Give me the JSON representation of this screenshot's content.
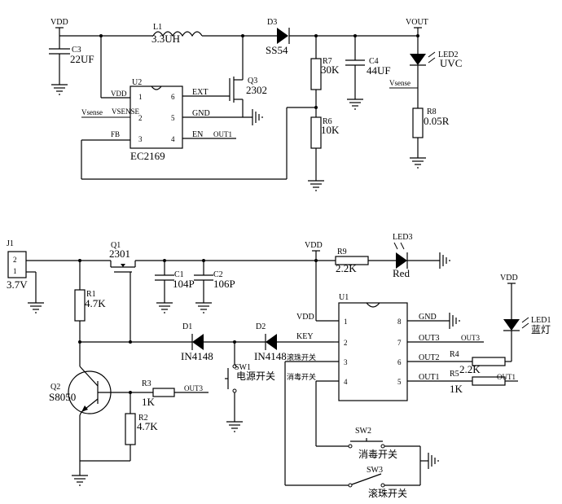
{
  "top_circuit": {
    "vdd": "VDD",
    "vout": "VOUT",
    "l1_name": "L1",
    "l1_value": "3.3UH",
    "d3_name": "D3",
    "d3_value": "SS54",
    "c3_name": "C3",
    "c3_value": "22UF",
    "c4_name": "C4",
    "c4_value": "44UF",
    "r7_name": "R7",
    "r7_value": "30K",
    "r6_name": "R6",
    "r6_value": "10K",
    "r8_name": "R8",
    "r8_value": "0.05R",
    "q3_name": "Q3",
    "q3_value": "2302",
    "led2_name": "LED2",
    "led2_value": "UVC",
    "vsense_right": "Vsense",
    "vsense_left": "Vsense",
    "u2_name": "U2",
    "u2_part": "EC2169",
    "u2_pins": {
      "p1": "VDD",
      "p1n": "1",
      "p2": "VSENSE",
      "p2n": "2",
      "p3": "FB",
      "p3n": "3",
      "p6": "EXT",
      "p6n": "6",
      "p5": "GND",
      "p5n": "5",
      "p4": "EN",
      "p4n": "4"
    },
    "out1_label": "OUT1"
  },
  "bottom_circuit": {
    "j1_name": "J1",
    "j1_pin2": "2",
    "j1_pin1": "1",
    "j1_value": "3.7V",
    "q1_name": "Q1",
    "q1_value": "2301",
    "c1_name": "C1",
    "c1_value": "104P",
    "c2_name": "C2",
    "c2_value": "106P",
    "r1_name": "R1",
    "r1_value": "4.7K",
    "d1_name": "D1",
    "d1_value": "IN4148",
    "d2_name": "D2",
    "d2_value": "IN4148",
    "q2_name": "Q2",
    "q2_value": "S8050",
    "r3_name": "R3",
    "r3_value": "1K",
    "r2_name": "R2",
    "r2_value": "4.7K",
    "out3_left": "OUT3",
    "sw1_name": "SW1",
    "sw1_label": "电源开关",
    "vdd_mid": "VDD",
    "r9_name": "R9",
    "r9_value": "2.2K",
    "led3_name": "LED3",
    "led3_value": "Red",
    "u1_name": "U1",
    "u1_vdd": "VDD",
    "u1_key": "KEY",
    "u1_roll": "滚珠开关",
    "u1_disinfect": "消毒开关",
    "u1_gnd": "GND",
    "u1_out3": "OUT3",
    "u1_out2": "OUT2",
    "u1_out1": "OUT1",
    "u1_pin1": "1",
    "u1_pin2": "2",
    "u1_pin3": "3",
    "u1_pin4": "4",
    "u1_pin5": "5",
    "u1_pin6": "6",
    "u1_pin7": "7",
    "u1_pin8": "8",
    "out3_net": "OUT3",
    "out1_net": "OUT1",
    "r4_name": "R4",
    "r4_value": "2.2K",
    "r5_name": "R5",
    "r5_value": "1K",
    "vdd_right": "VDD",
    "led1_name": "LED1",
    "led1_value": "蓝灯",
    "sw2_name": "SW2",
    "sw2_label": "消毒开关",
    "sw3_name": "SW3",
    "sw3_label": "滚珠开关"
  }
}
